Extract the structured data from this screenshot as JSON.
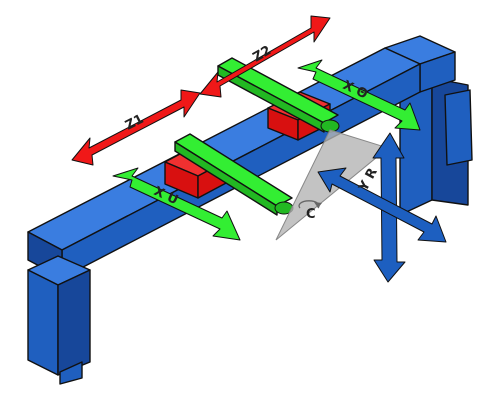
{
  "colors": {
    "frame_front": "#1f5fbf",
    "frame_top": "#3a7de0",
    "frame_dark": "#17479a",
    "carriage_front": "#d81010",
    "carriage_top": "#f03030",
    "arm_top": "#33ee33",
    "arm_side": "#22b822",
    "arrow_red": "#f01818",
    "arrow_green": "#33ee33",
    "arrow_blue": "#1d5fc0",
    "plane_gray": "#b4b4b4"
  },
  "labels": {
    "z1": "Z1",
    "z2": "Z2",
    "x_theta": "X Θ",
    "x_u": "X U",
    "y_r": "Y R",
    "c_rot": "C"
  },
  "icons": {
    "rotation": "rotation-arc-icon"
  }
}
